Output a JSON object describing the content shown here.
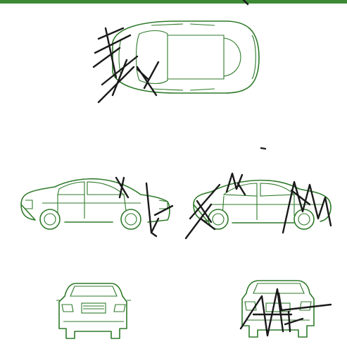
{
  "form": {
    "header_color": "#3c8a35",
    "car_line_color": "#2f7a2a",
    "damage_mark_color": "#1a1a1a"
  },
  "views": [
    {
      "id": "top-view",
      "damage_marked": true
    },
    {
      "id": "left-side-view",
      "damage_marked": true
    },
    {
      "id": "right-side-view",
      "damage_marked": true
    },
    {
      "id": "front-view",
      "damage_marked": false
    },
    {
      "id": "rear-view",
      "damage_marked": true
    }
  ]
}
